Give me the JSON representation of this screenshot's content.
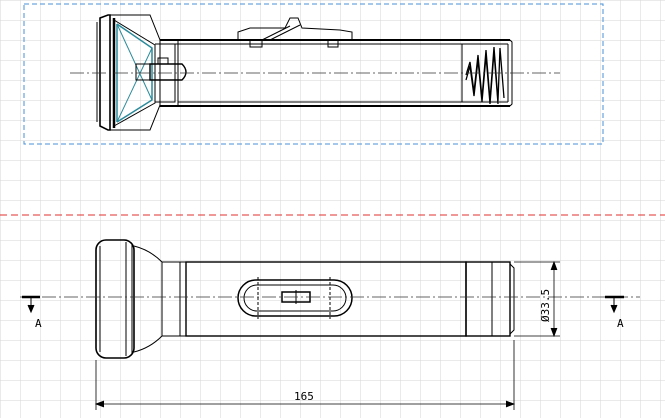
{
  "drawing": {
    "dimension_length": "165",
    "dimension_diameter": "Ø33.5",
    "section_label_left": "A",
    "section_label_right": "A"
  },
  "colors": {
    "grid": "#d4d4d4",
    "detail_frame": "#4a90d9",
    "section_line": "#e03030",
    "lens": "#2a8a9a",
    "outline": "#000000"
  }
}
